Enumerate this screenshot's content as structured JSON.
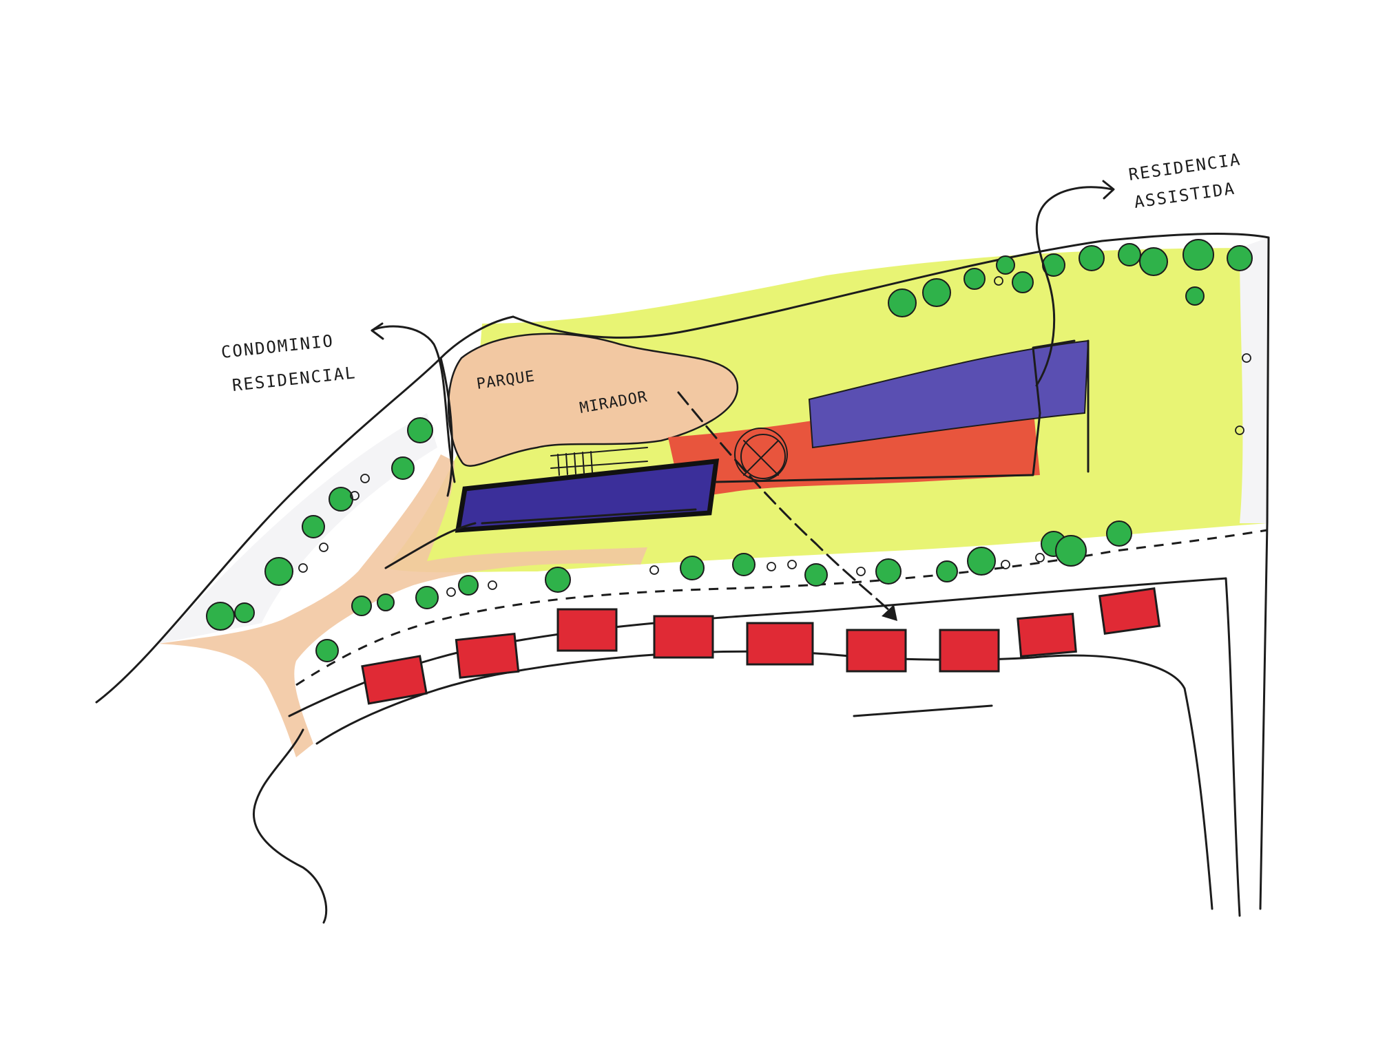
{
  "labels": {
    "condominio_line1": "CONDOMINIO",
    "condominio_line2": "RESIDENCIAL",
    "residencia_line1": "RESIDENCIA",
    "residencia_line2": "ASSISTIDA",
    "parque": "PARQUE",
    "mirador": "MIRADOR"
  },
  "colors": {
    "lawn": "#e4f25c",
    "path": "#f2c8a2",
    "building_blue": "#5a4fb2",
    "building_red": "#e8553d",
    "house_red": "#e02a35",
    "tree": "#2fb24a",
    "ink": "#1c1c1c",
    "street_fill": "#f4f4f6"
  },
  "icons": {
    "tree": "tree-icon",
    "arrow": "arrow-icon"
  }
}
